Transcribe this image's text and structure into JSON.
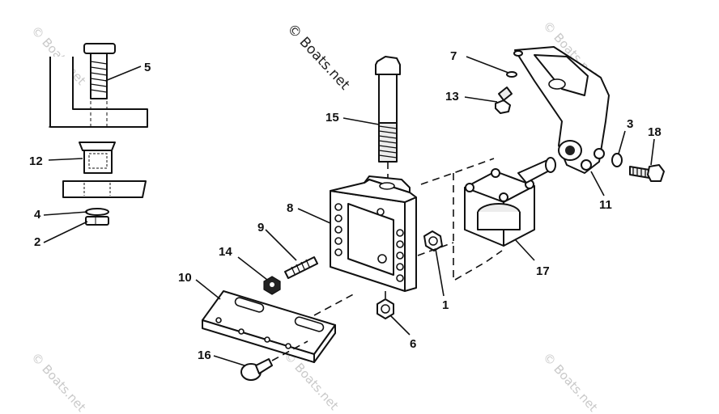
{
  "watermark": {
    "main": "© Boats.net",
    "faint": "© Boats.net"
  },
  "callouts": [
    "1",
    "2",
    "3",
    "4",
    "5",
    "6",
    "7",
    "8",
    "9",
    "10",
    "11",
    "12",
    "13",
    "14",
    "15",
    "16",
    "17",
    "18"
  ]
}
